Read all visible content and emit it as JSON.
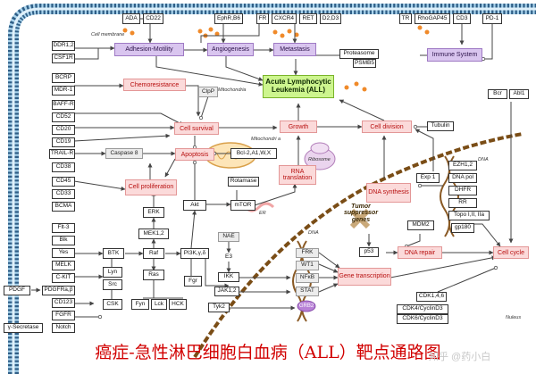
{
  "membrane_top": [
    "ADA",
    "CD22",
    "EphR,B6",
    "FR",
    "CXCR4",
    "RET",
    "D2,D3",
    "TR",
    "RhoGAP45",
    "CD3",
    "PD-1"
  ],
  "membrane_left": [
    "DDR1,2",
    "CSF1R",
    "BCRP",
    "MDR-1",
    "BAFF-R",
    "CD52",
    "CD20",
    "CD19",
    "TRAIL-R",
    "CD38",
    "CD45",
    "CD33",
    "BCMA",
    "Flt-3",
    "Blk",
    "Yes",
    "MELK",
    "C-KIT",
    "PDGFRa,β",
    "CD123",
    "FGFR",
    "Notch"
  ],
  "notes": {
    "cell_membrane": "Cell membrane",
    "mitochondria": "Mitochondria",
    "mitochondria2": "Mitochondri a",
    "ribosome": "Ribosome",
    "er": "ER",
    "dna": "DNA",
    "dna2": "DNA",
    "nucleus": "Nuleus"
  },
  "processes": {
    "adhesion": "Adhesion-Motility",
    "angiogenesis": "Angiogenesis",
    "metastasis": "Metastasis",
    "immune": "Immune System",
    "chemoresistance": "Chemoresistance",
    "cell_survival": "Cell survival",
    "growth": "Growth",
    "cell_division": "Cell division",
    "apoptosis": "Apoptosis",
    "proliferation": "Cell proliferation",
    "rna_translation": "RNA translation",
    "dna_synthesis": "DNA synthesis",
    "dna_repair": "DNA repair",
    "gene_transcription": "Gene transcription",
    "cell_cycle": "Cell cycle"
  },
  "center": "Acute Lymphocytic Leukemia (ALL)",
  "tumor_suppressor": "Tumor suppressor genes",
  "nodes": {
    "proteasome": "Proteasome",
    "psmb5": "PSMB5",
    "bcr": "Bcr",
    "abl1": "Abl1",
    "clip": "ClpP",
    "caspase8": "Caspase 8",
    "bcl2": "Bcl-2,A1,W,X",
    "tubulin": "Tubulin",
    "rotamase": "Rotamase",
    "mtor": "mTOR",
    "akt": "Akt",
    "erk": "ERK",
    "mek": "MEK1,2",
    "raf": "Raf",
    "ras": "Ras",
    "btk": "BTK",
    "lyn": "Lyn",
    "src": "Src",
    "csk": "CSK",
    "pi3k": "PI3K,γ,δ",
    "fgr": "Fgr",
    "fyn": "Fyn",
    "lck": "Lck",
    "hck": "HCK",
    "nae": "NAE",
    "e3": "E3",
    "ikk": "IKK",
    "jak": "JAK1,2",
    "tyk2": "Tyk2",
    "frk": "FRK",
    "wt1": "WT1",
    "nfkb": "NFκB",
    "stat": "STAT",
    "grb2": "GRB2",
    "exp1": "Exp 1",
    "ezh": "EZH1,2",
    "dnapol": "DNA pol",
    "dhfr": "DHFR",
    "rr": "RR",
    "topo": "Topo I,II, IIa",
    "gp180": "gp180",
    "mdm2": "MDM2",
    "p53": "p53",
    "cdk": "CDK1,4,6",
    "cdk4": "CDK4/CyclinD3",
    "cdk6": "CDK6/CyclinD3",
    "pdgf": "PDGF",
    "gsec": "γ-Secretase"
  },
  "caption": "癌症-急性淋巴细胞白血病（ALL）靶点通路图",
  "watermark": "知乎 @药小白"
}
